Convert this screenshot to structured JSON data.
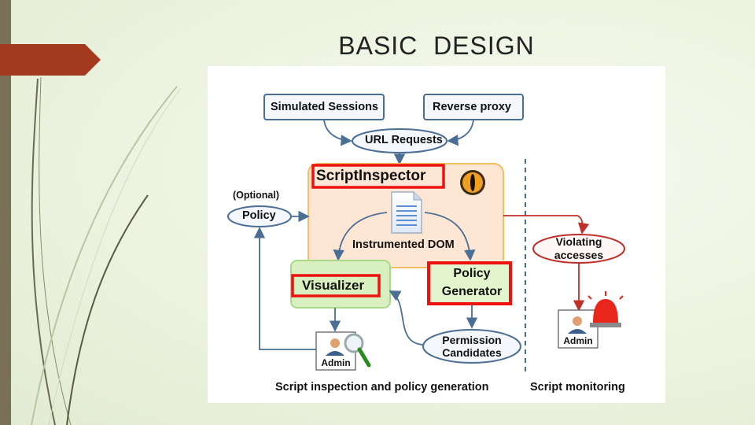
{
  "slide": {
    "title": "BASIC  DESIGN"
  },
  "diagram": {
    "simulated_sessions": "Simulated Sessions",
    "reverse_proxy": "Reverse proxy",
    "url_requests": "URL Requests",
    "script_inspector": "ScriptInspector",
    "optional": "(Optional)",
    "policy": "Policy",
    "instrumented_dom": "Instrumented DOM",
    "violating_line1": "Violating",
    "violating_line2": "accesses",
    "visualizer": "Visualizer",
    "policy_gen_line1": "Policy",
    "policy_gen_line2": "Generator",
    "permission_line1": "Permission",
    "permission_line2": "Candidates",
    "admin_left": "Admin",
    "admin_right": "Admin",
    "footer_left": "Script inspection and policy generation",
    "footer_right": "Script monitoring"
  },
  "colors": {
    "highlight_red": "#ee1111",
    "accent_tab": "#a33a1e",
    "inspector_fill": "#fde6d4",
    "inspector_border": "#f0c060",
    "visualizer_fill": "#d8f0c0",
    "policy_fill": "#e2f5cc",
    "box_border": "#4a6e94"
  },
  "icons": [
    "document-icon",
    "eye-icon",
    "admin-icon",
    "magnifier-icon",
    "alarm-light-icon"
  ]
}
